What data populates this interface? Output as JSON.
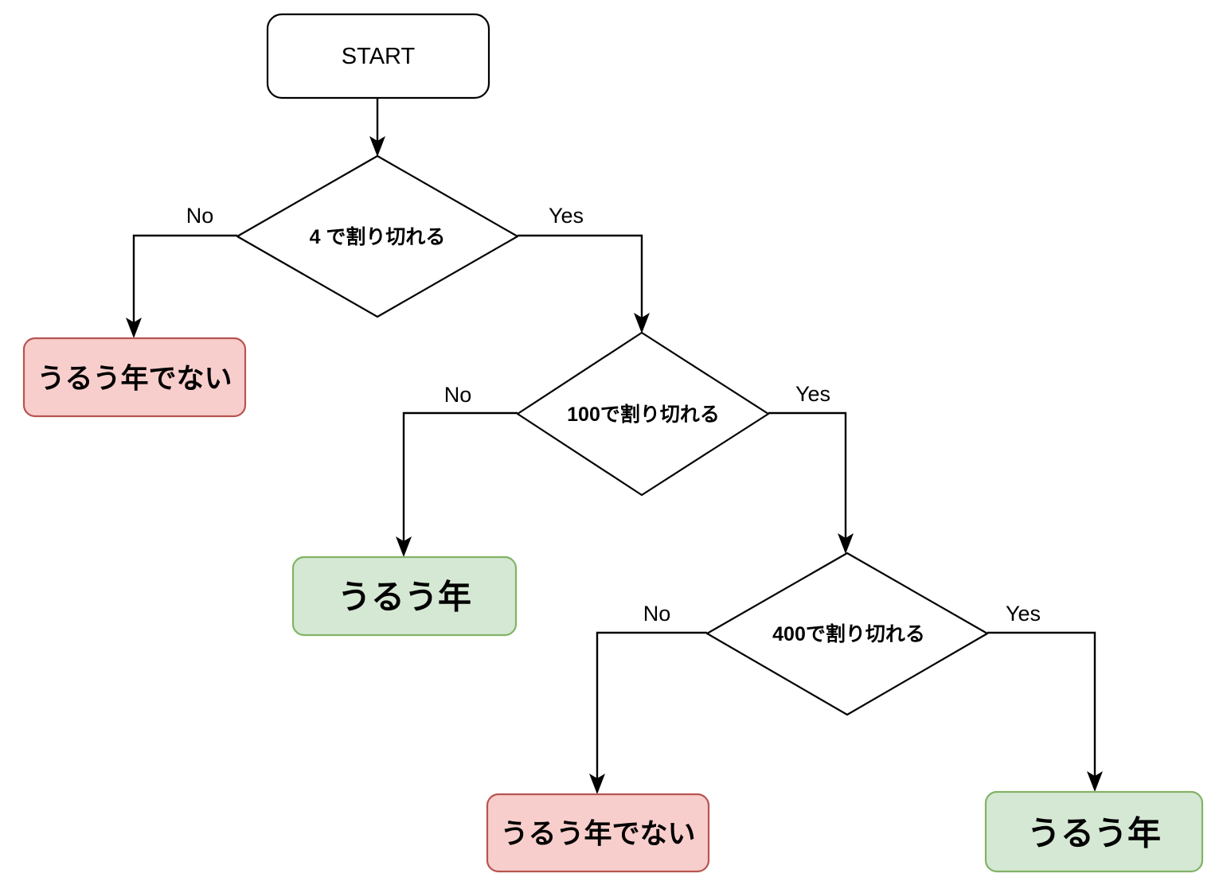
{
  "diagram": {
    "title": "leap-year-decision-flowchart",
    "colors": {
      "red_fill": "#f8cecc",
      "red_stroke": "#b85450",
      "green_fill": "#d5e8d4",
      "green_stroke": "#82b366",
      "line": "#000000",
      "background": "#ffffff"
    },
    "nodes": {
      "start": {
        "label": "START",
        "shape": "rounded-rectangle"
      },
      "decision_4": {
        "label": "4 で割り切れる",
        "shape": "diamond"
      },
      "decision_100": {
        "label": "100で割り切れる",
        "shape": "diamond"
      },
      "decision_400": {
        "label": "400で割り切れる",
        "shape": "diamond"
      },
      "not_leap_1": {
        "label": "うるう年でない",
        "shape": "rounded-rectangle",
        "color": "red"
      },
      "leap_1": {
        "label": "うるう年",
        "shape": "rounded-rectangle",
        "color": "green"
      },
      "not_leap_2": {
        "label": "うるう年でない",
        "shape": "rounded-rectangle",
        "color": "red"
      },
      "leap_2": {
        "label": "うるう年",
        "shape": "rounded-rectangle",
        "color": "green"
      }
    },
    "edge_labels": {
      "d4_no": "No",
      "d4_yes": "Yes",
      "d100_no": "No",
      "d100_yes": "Yes",
      "d400_no": "No",
      "d400_yes": "Yes"
    }
  }
}
